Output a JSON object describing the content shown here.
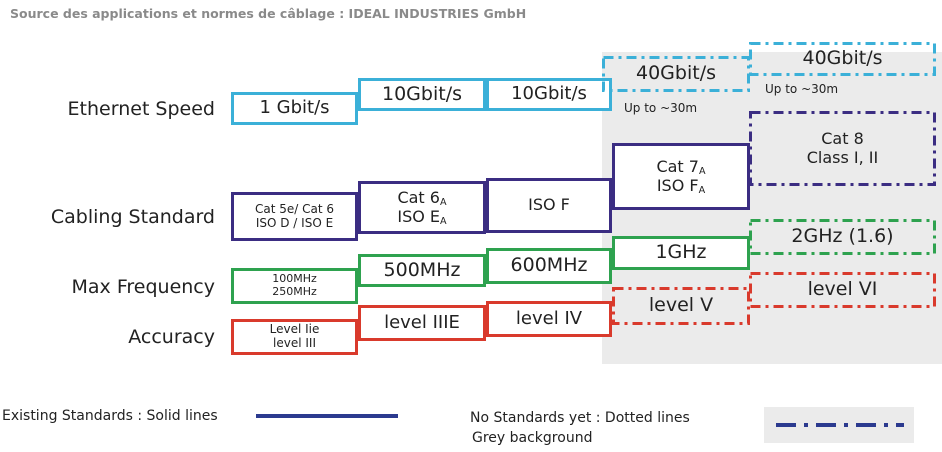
{
  "source": "Source des applications et normes de câblage : IDEAL INDUSTRIES GmbH",
  "rows": {
    "ethernet": "Ethernet Speed",
    "cabling": "Cabling Standard",
    "frequency": "Max Frequency",
    "accuracy": "Accuracy"
  },
  "ethernet": {
    "b1": "1 Gbit/s",
    "b2": "10Gbit/s",
    "b3": "10Gbit/s",
    "b4": "40Gbit/s",
    "b4_note": "Up to ~30m",
    "b5": "40Gbit/s",
    "b5_note": "Up to ~30m"
  },
  "cabling": {
    "b1_l1": "Cat 5e/ Cat 6",
    "b1_l2": "ISO D / ISO E",
    "b2_l1": "Cat 6",
    "b2_l1_sub": "A",
    "b2_l2": "ISO E",
    "b2_l2_sub": "A",
    "b3": "ISO F",
    "b4_l1": "Cat 7",
    "b4_l1_sub": "A",
    "b4_l2": "ISO F",
    "b4_l2_sub": "A",
    "b5_l1": "Cat 8",
    "b5_l2": "Class I, II"
  },
  "frequency": {
    "b1_l1": "100MHz",
    "b1_l2": "250MHz",
    "b2": "500MHz",
    "b3": "600MHz",
    "b4": "1GHz",
    "b5": "2GHz (1.6)"
  },
  "accuracy": {
    "b1_l1": "Level Iie",
    "b1_l2": "level III",
    "b2": "level IIIE",
    "b3": "level IV",
    "b4": "level V",
    "b5": "level VI"
  },
  "legend": {
    "existing": "Existing Standards : Solid lines",
    "nostd_l1": "No Standards yet : Dotted lines",
    "nostd_l2": "Grey background"
  },
  "colors": {
    "ethernet": "#3bb0d8",
    "cabling": "#3b2d82",
    "frequency": "#2ea24f",
    "accuracy": "#d93a2c",
    "legend_line": "#2b3a8f",
    "grey_background": "#ebebeb"
  }
}
